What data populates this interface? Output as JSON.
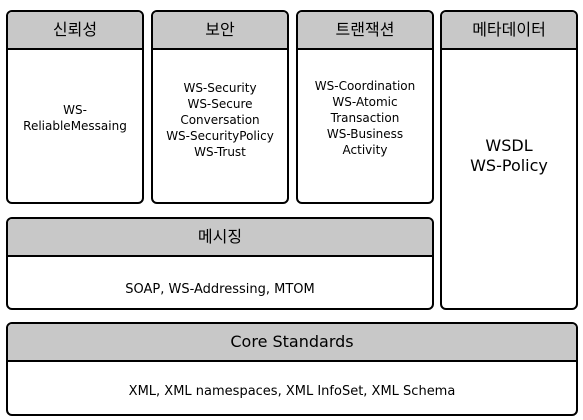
{
  "reliability": {
    "title": "신뢰성",
    "items": [
      "WS-",
      "ReliableMessaing"
    ]
  },
  "security": {
    "title": "보안",
    "items": [
      "WS-Security",
      "WS-Secure",
      "Conversation",
      "WS-SecurityPolicy",
      "WS-Trust"
    ]
  },
  "transaction": {
    "title": "트랜잭션",
    "items": [
      "WS-Coordination",
      "WS-Atomic",
      "Transaction",
      "WS-Business",
      "Activity"
    ]
  },
  "metadata": {
    "title": "메타데이터",
    "items": [
      "WSDL",
      "WS-Policy"
    ]
  },
  "messaging": {
    "title": "메시징",
    "text": "SOAP, WS-Addressing, MTOM"
  },
  "core": {
    "title": "Core Standards",
    "text": "XML, XML namespaces, XML InfoSet, XML Schema"
  }
}
